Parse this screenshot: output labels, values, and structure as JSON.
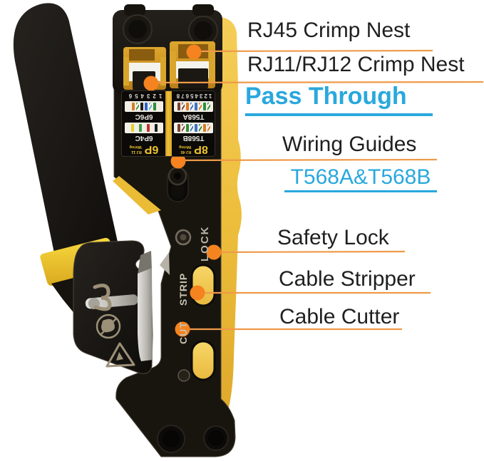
{
  "annotations": {
    "labels": [
      {
        "id": "rj45",
        "text": "RJ45 Crimp Nest"
      },
      {
        "id": "rj11",
        "text": "RJ11/RJ12 Crimp Nest"
      },
      {
        "id": "pass_through",
        "text": "Pass Through"
      },
      {
        "id": "wiring_guides",
        "text": "Wiring Guides"
      },
      {
        "id": "t568",
        "text": "T568A&T568B"
      },
      {
        "id": "safety_lock",
        "text": "Safety Lock"
      },
      {
        "id": "cable_stripper",
        "text": "Cable Stripper"
      },
      {
        "id": "cable_cutter",
        "text": "Cable Cutter"
      }
    ],
    "colors": {
      "label_text": "#1f1f1f",
      "highlight_blue": "#29a8dd",
      "leader_line": "#ef9a4a",
      "leader_dot": "#f5831f"
    }
  },
  "tool": {
    "engravings": {
      "lock": "LOCK",
      "strip": "STRIP",
      "cut": "CUT"
    },
    "wiring_panel": {
      "numbers_left": "123456",
      "numbers_right": "12345678",
      "row1_left_label": "6P6C",
      "row1_right_label": "T568A",
      "row2_left_label": "6P4C",
      "row2_right_label": "T568B",
      "big_left": "6P",
      "big_left_sub1": "RJ 11",
      "big_left_sub2": "Wiring",
      "big_right": "8P",
      "big_right_sub1": "RJ 45",
      "big_right_sub2": "Wiring",
      "stripes": {
        "rj11_6p6c": [
          {
            "color": "#d97c2a",
            "striped": false
          },
          {
            "color": "#3d9e43",
            "striped": true
          },
          {
            "color": "#1c1c1c",
            "striped": false
          },
          {
            "color": "#2f62c4",
            "striped": false
          },
          {
            "color": "#58aede",
            "striped": true
          },
          {
            "color": "#2f8f3a",
            "striped": false
          }
        ],
        "t568a": [
          {
            "color": "#7a4030",
            "striped": false
          },
          {
            "color": "#7a4030",
            "striped": true
          },
          {
            "color": "#d87c28",
            "striped": false
          },
          {
            "color": "#3a74c8",
            "striped": true
          },
          {
            "color": "#3a74c8",
            "striped": false
          },
          {
            "color": "#d87c28",
            "striped": true
          },
          {
            "color": "#2f8f3a",
            "striped": false
          },
          {
            "color": "#2f8f3a",
            "striped": true
          }
        ],
        "rj11_6p4c": [
          {
            "color": "#e3cf2e",
            "striped": false
          },
          {
            "color": "#3d9e43",
            "striped": false
          },
          {
            "color": "#c23227",
            "striped": false
          },
          {
            "color": "#1c1c1c",
            "striped": false
          }
        ],
        "t568b": [
          {
            "color": "#7a4030",
            "striped": false
          },
          {
            "color": "#7a4030",
            "striped": true
          },
          {
            "color": "#2f8f3a",
            "striped": false
          },
          {
            "color": "#3a74c8",
            "striped": true
          },
          {
            "color": "#3a74c8",
            "striped": false
          },
          {
            "color": "#2f8f3a",
            "striped": true
          },
          {
            "color": "#d87c28",
            "striped": false
          },
          {
            "color": "#d87c28",
            "striped": true
          }
        ]
      }
    },
    "colors": {
      "body_black": "#17140f",
      "accent_yellow": "#efbe3c",
      "panel_big_label": "#edc22f",
      "panel_text": "#e8e5df"
    }
  }
}
